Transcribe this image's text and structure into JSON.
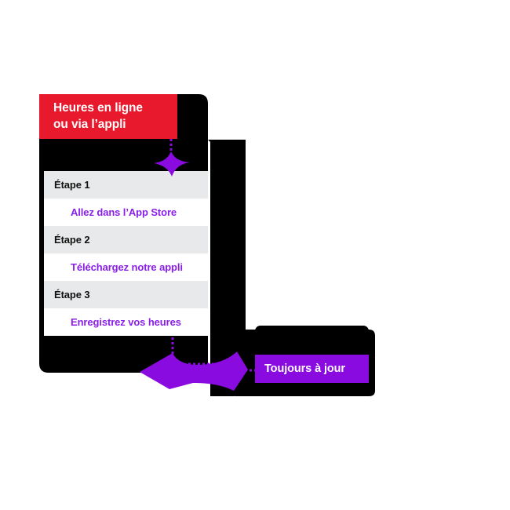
{
  "banner": {
    "name": "heures-banner",
    "line1": "Heures en ligne",
    "line2": "ou via l’appli",
    "bg_color": "#e8192c",
    "text_color": "#ffffff"
  },
  "steps_panel": {
    "name": "steps-list",
    "header_bg": "#e8e9ea",
    "header_text_color": "#111111",
    "item_bg": "#ffffff",
    "item_text_color": "#8a20e8",
    "rows": [
      {
        "type": "header",
        "label": "Étape 1"
      },
      {
        "type": "item",
        "label": "Allez dans l’App Store"
      },
      {
        "type": "header",
        "label": "Étape 2"
      },
      {
        "type": "item",
        "label": "Téléchargez notre appli"
      },
      {
        "type": "header",
        "label": "Étape 3"
      },
      {
        "type": "item",
        "label": "Enregistrez vos heures"
      }
    ]
  },
  "badge": {
    "name": "toujours-a-jour-badge",
    "label": "Toujours à jour",
    "band_color": "#8a0be0",
    "card_color": "#000000",
    "text_color": "#ffffff"
  },
  "decorations": {
    "diamond_color": "#8a0be0",
    "arrow_color": "#8a0be0",
    "dotted_line_color": "#8a0be0",
    "backdrop_color": "#000000"
  }
}
